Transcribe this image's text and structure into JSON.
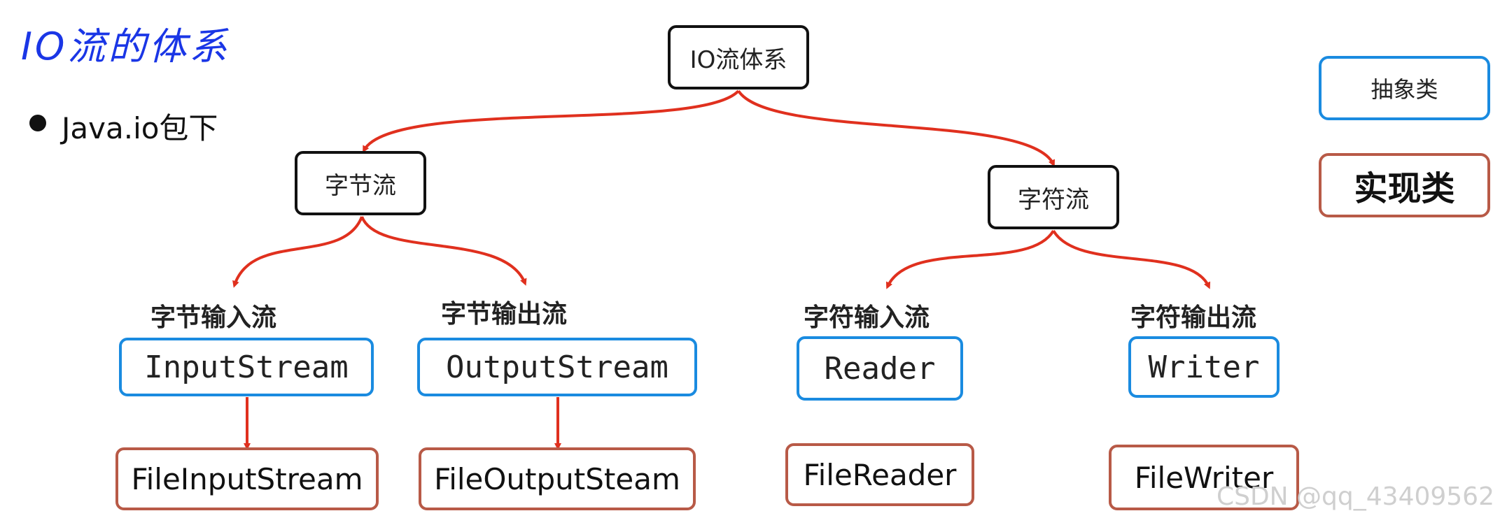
{
  "title": "IO流的体系",
  "bullet": "Java.io包下",
  "root": "IO流体系",
  "branches": {
    "byte": "字节流",
    "char": "字符流"
  },
  "groups": {
    "byte_in": {
      "label": "字节输入流",
      "abstract": "InputStream",
      "impl": "FileInputStream"
    },
    "byte_out": {
      "label": "字节输出流",
      "abstract": "OutputStream",
      "impl": "FileOutputSteam"
    },
    "char_in": {
      "label": "字符输入流",
      "abstract": "Reader",
      "impl": "FileReader"
    },
    "char_out": {
      "label": "字符输出流",
      "abstract": "Writer",
      "impl": "FileWriter"
    }
  },
  "legend": {
    "abstract": "抽象类",
    "impl": "实现类"
  },
  "watermark": "CSDN @qq_43409562",
  "colors": {
    "title": "#1a36e6",
    "arrow": "#e0301e",
    "abstract_border": "#1a8be0",
    "impl_border": "#b85a47",
    "node_border": "#111111"
  }
}
